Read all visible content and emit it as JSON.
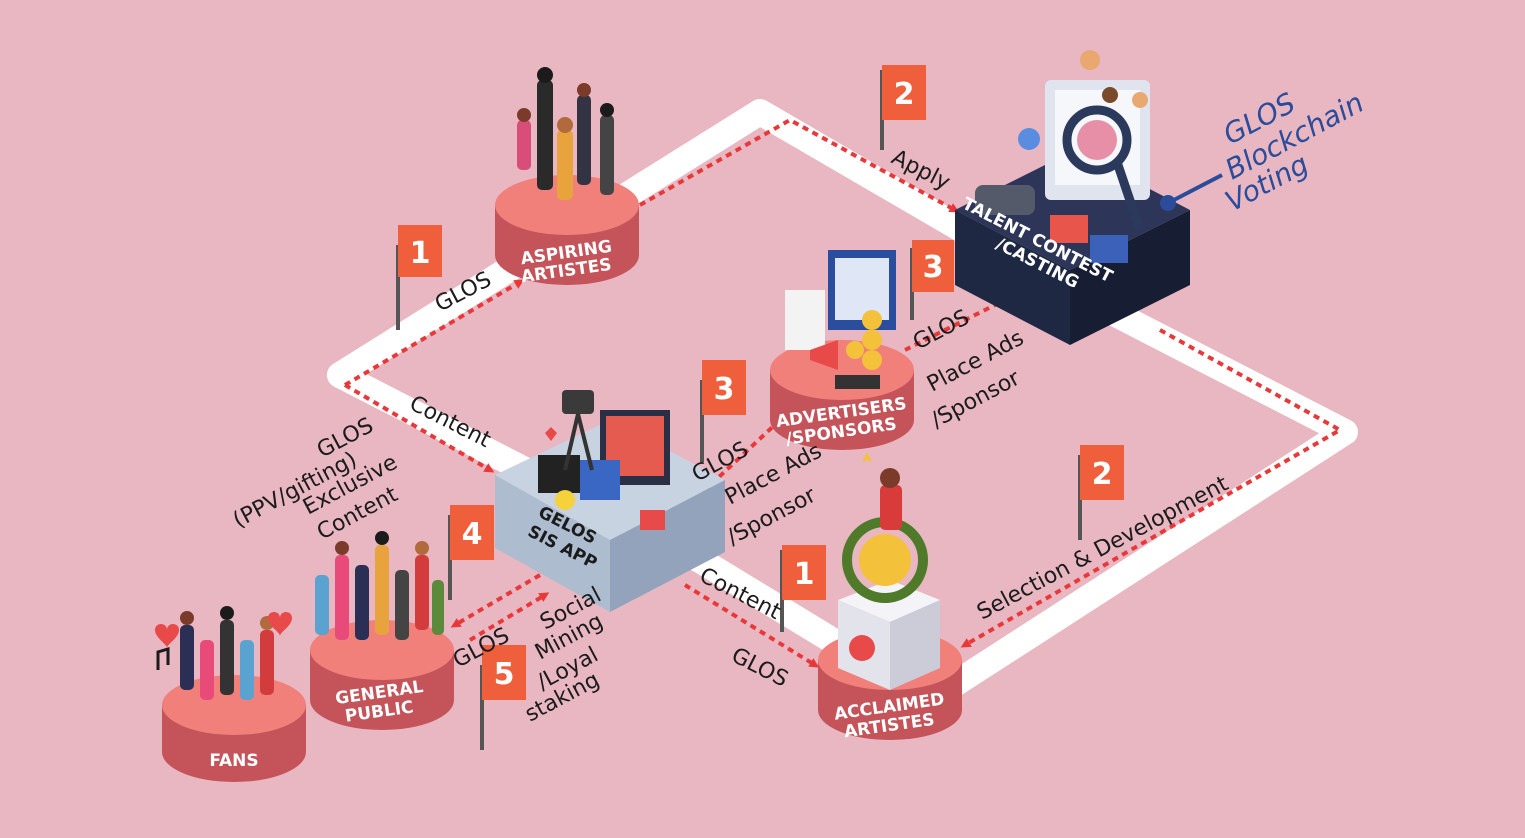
{
  "nodes": {
    "aspiring": [
      "ASPIRING",
      "ARTISTES"
    ],
    "talent": [
      "TALENT CONTEST",
      "/CASTING"
    ],
    "advertisers": [
      "ADVERTISERS",
      "/SPONSORS"
    ],
    "app": [
      "GELOS",
      "SIS APP"
    ],
    "acclaimed": [
      "ACCLAIMED",
      "ARTISTES"
    ],
    "public": [
      "GENERAL",
      "PUBLIC"
    ],
    "fans": "FANS"
  },
  "flags": {
    "f1_left": "1",
    "f2_top": "2",
    "f3_right": "3",
    "f3_mid": "3",
    "f4": "4",
    "f5": "5",
    "f1_bottom": "1",
    "f2_right": "2"
  },
  "labels": {
    "glos_top": "GLOS",
    "apply": "Apply",
    "content_left": "Content",
    "glos_ppv": [
      "GLOS",
      "(PPV/gifting)"
    ],
    "exclusive": [
      "Exclusive",
      "Content"
    ],
    "glos_ads_top": "GLOS",
    "place_ads_top": [
      "Place Ads",
      "/Sponsor"
    ],
    "glos_ads_mid": "GLOS",
    "place_ads_mid": [
      "Place Ads",
      "/Sponsor"
    ],
    "content_bottom": "Content",
    "glos_bottom": "GLOS",
    "selection": "Selection & Development",
    "glos_public": "GLOS",
    "social": [
      "Social",
      "Mining",
      "/Loyal",
      "staking"
    ],
    "blockchain": [
      "GLOS",
      "Blockchain",
      "Voting"
    ]
  },
  "colors": {
    "background": "#e8b7c1",
    "platform_top": "#f1807a",
    "platform_side": "#c4545a",
    "flag": "#ef5f3c",
    "track": "#ffffff",
    "arrow": "#e8393a",
    "dark_box": "#1f2842",
    "app_box": "#aebcd0",
    "accent_blue": "#2b4c9b"
  }
}
